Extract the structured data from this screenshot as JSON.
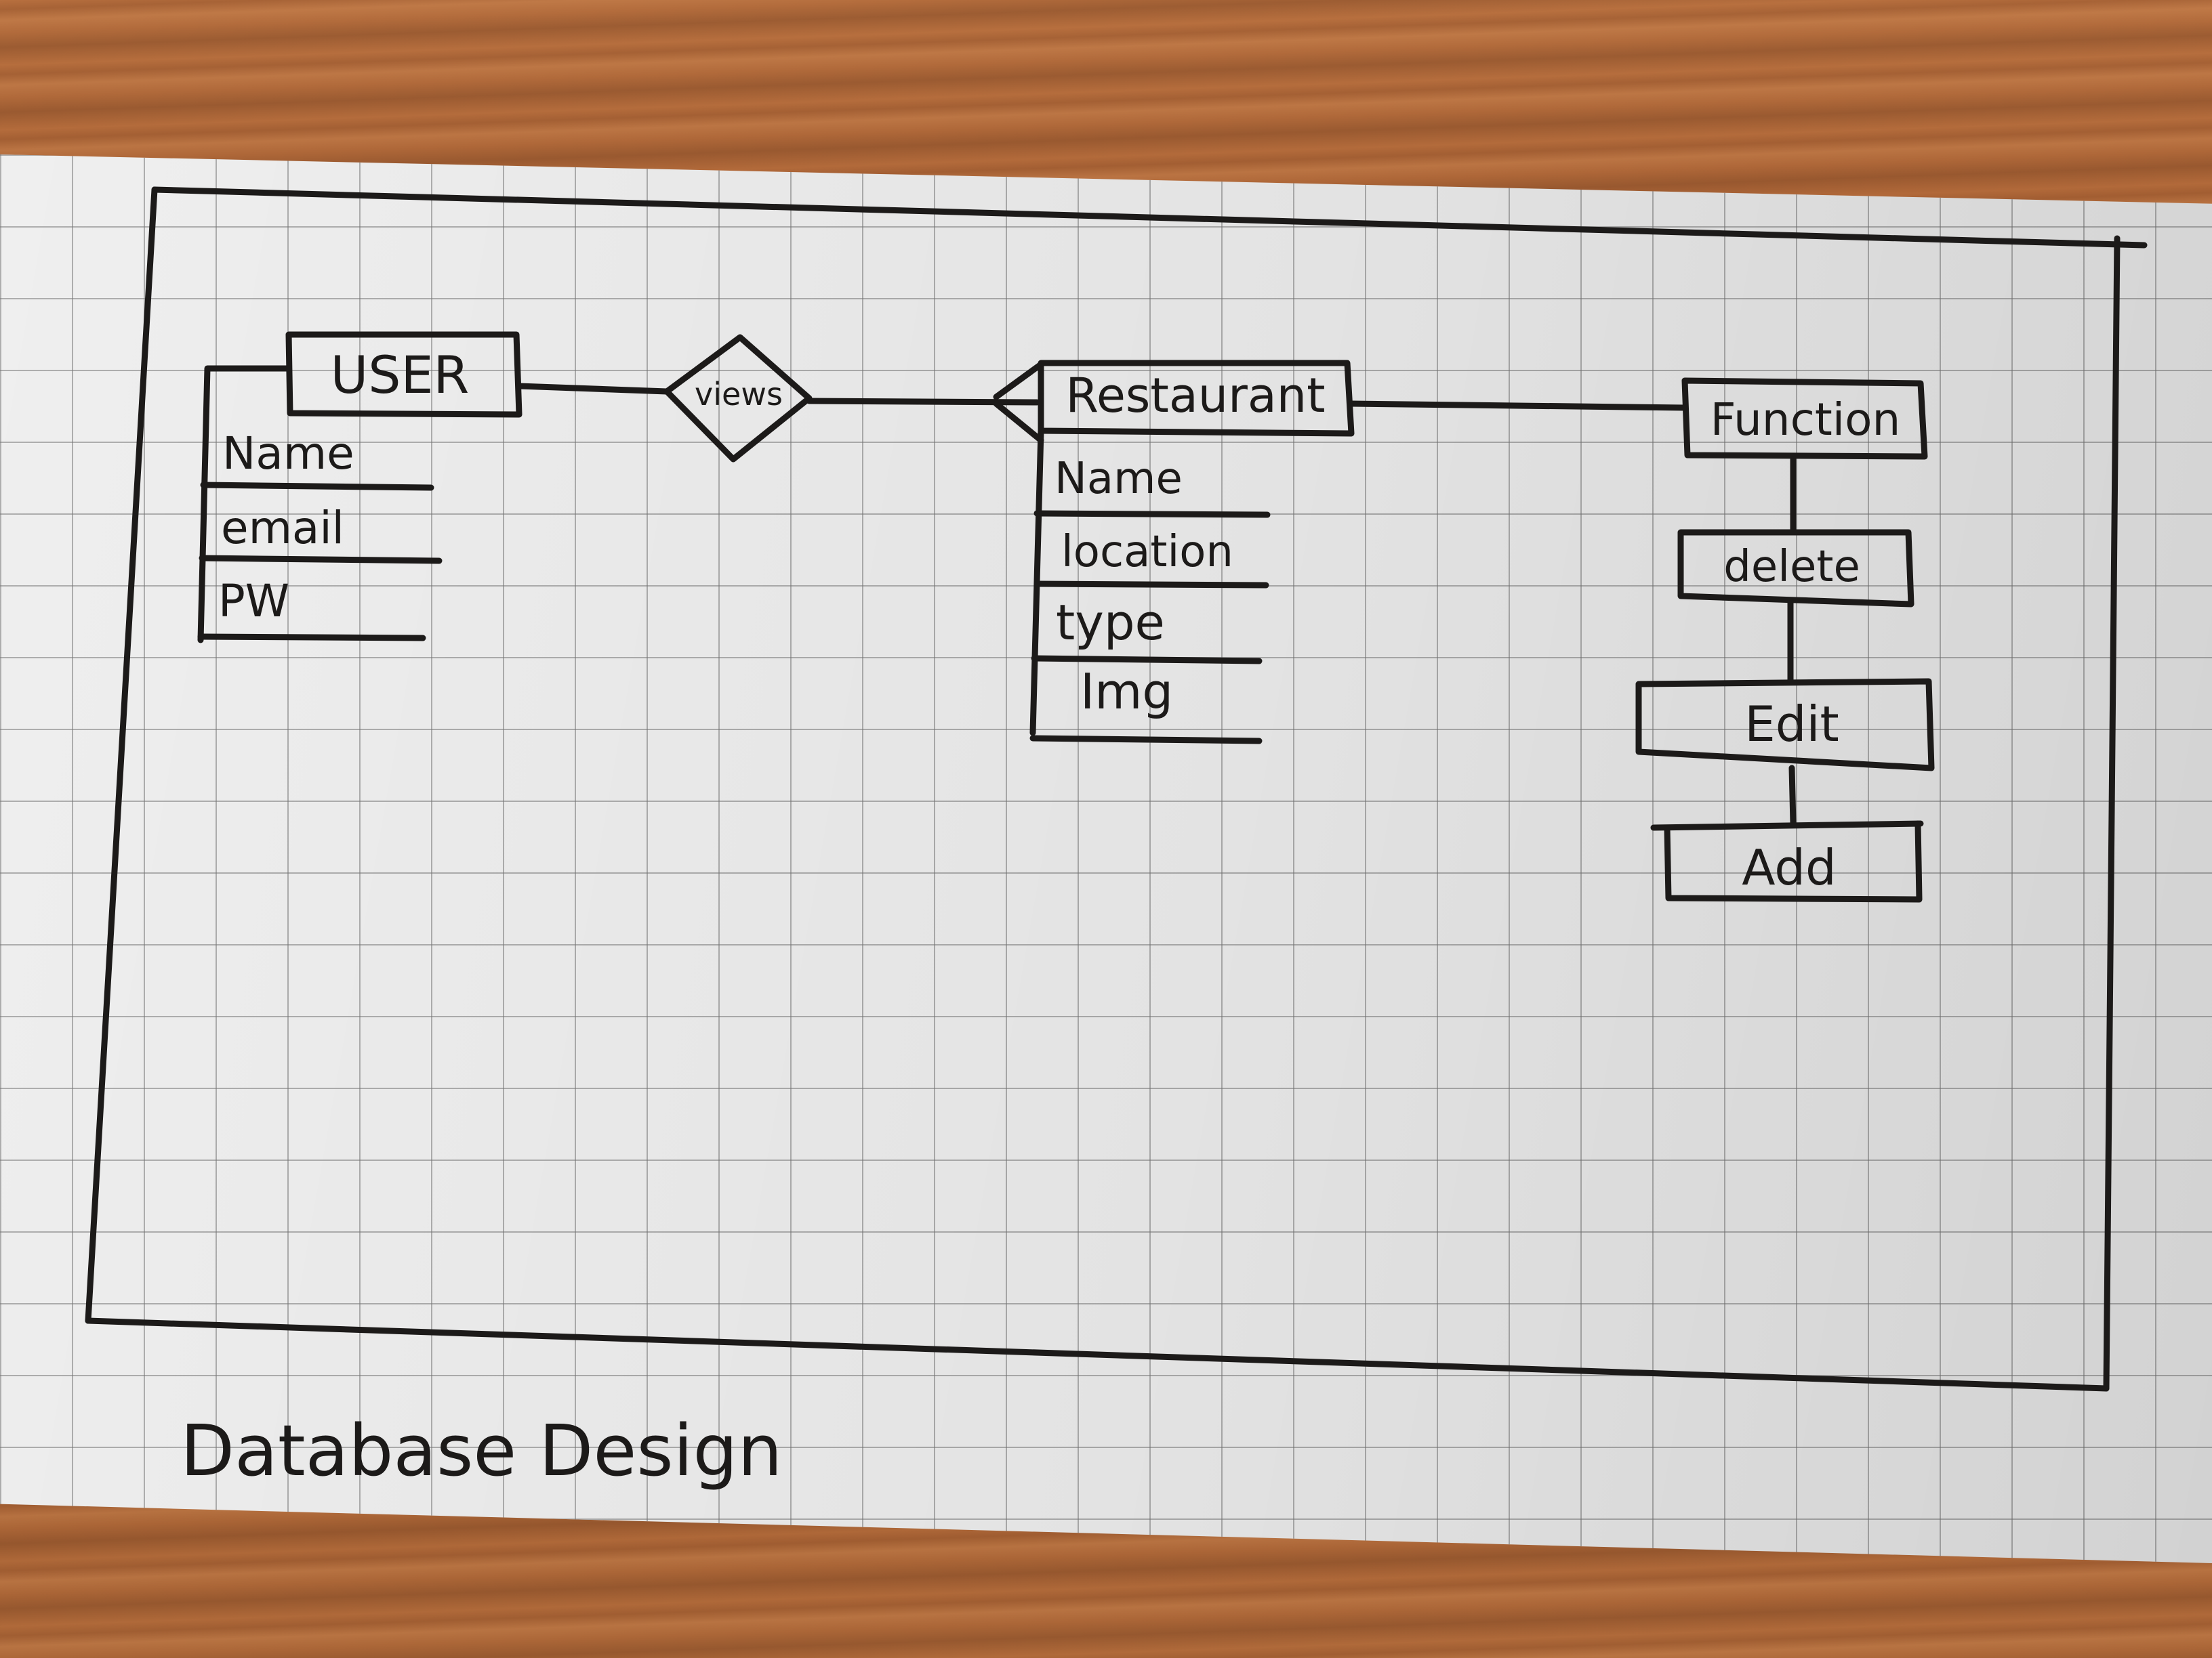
{
  "entities": {
    "user": {
      "title": "USER",
      "attributes": [
        "Name",
        "email",
        "PW"
      ]
    },
    "restaurant": {
      "title": "Restaurant",
      "attributes": [
        "Name",
        "location",
        "type",
        "Img"
      ]
    }
  },
  "relationship": {
    "label": "views"
  },
  "function": {
    "title": "Function",
    "items": [
      "delete",
      "Edit",
      "Add"
    ]
  },
  "caption": "Database Design",
  "colors": {
    "ink": "#1c1a19",
    "paper": "#efefef",
    "grid": "#9a9a9a",
    "wood": "#a8653a"
  }
}
